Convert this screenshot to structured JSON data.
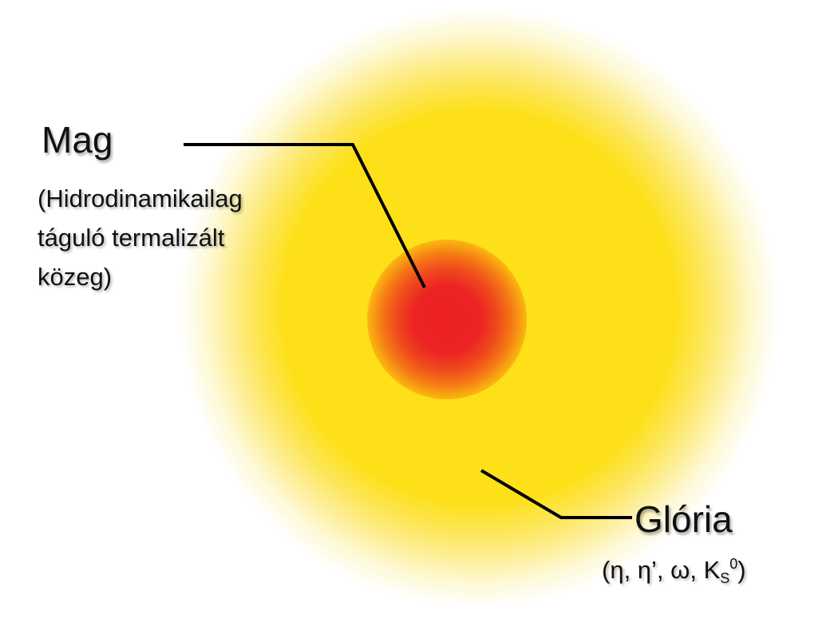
{
  "core": {
    "title": "Mag",
    "description_lines": [
      "(Hidrodinamikailag",
      "táguló termalizált",
      "közeg)"
    ],
    "color": "#ec2121"
  },
  "halo": {
    "title": "Glória",
    "particles_prefix": "(η, η’, ω, K",
    "particles_subscript": "S",
    "particles_superscript": "0",
    "particles_suffix": ")",
    "color": "#fde018"
  },
  "colors": {
    "background": "#ffffff",
    "text": "#111111",
    "leader_line": "#000000"
  }
}
